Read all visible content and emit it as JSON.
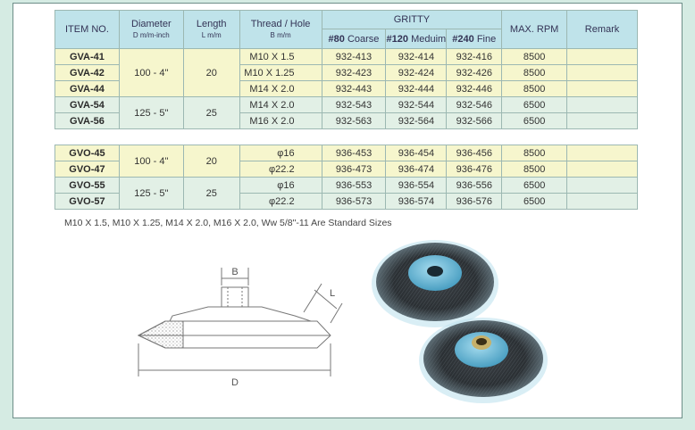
{
  "header": {
    "item_no": "ITEM NO.",
    "diameter": "Diameter",
    "diameter_unit": "D m/m-inch",
    "length": "Length",
    "length_unit": "L m/m",
    "thread": "Thread / Hole",
    "thread_unit": "B m/m",
    "gritty": "GRITTY",
    "grit80_num": "#80",
    "grit80_word": " Coarse",
    "grit120_num": "#120",
    "grit120_word": " Meduim",
    "grit240_num": "#240",
    "grit240_word": " Fine",
    "rpm": "MAX. RPM",
    "remark": "Remark"
  },
  "gva": {
    "d1": "100 - 4\"",
    "l1": "20",
    "d2": "125 - 5\"",
    "l2": "25",
    "rows": [
      {
        "id": "GVA-41",
        "thread": "M10 X 1.5",
        "g80": "932-413",
        "g120": "932-414",
        "g240": "932-416",
        "rpm": "8500"
      },
      {
        "id": "GVA-42",
        "thread": "M10 X 1.25",
        "g80": "932-423",
        "g120": "932-424",
        "g240": "932-426",
        "rpm": "8500"
      },
      {
        "id": "GVA-44",
        "thread": "M14 X 2.0",
        "g80": "932-443",
        "g120": "932-444",
        "g240": "932-446",
        "rpm": "8500"
      },
      {
        "id": "GVA-54",
        "thread": "M14 X 2.0",
        "g80": "932-543",
        "g120": "932-544",
        "g240": "932-546",
        "rpm": "6500"
      },
      {
        "id": "GVA-56",
        "thread": "M16 X 2.0",
        "g80": "932-563",
        "g120": "932-564",
        "g240": "932-566",
        "rpm": "6500"
      }
    ]
  },
  "gvo": {
    "d1": "100 - 4\"",
    "l1": "20",
    "d2": "125 - 5\"",
    "l2": "25",
    "rows": [
      {
        "id": "GVO-45",
        "thread": "φ16",
        "g80": "936-453",
        "g120": "936-454",
        "g240": "936-456",
        "rpm": "8500"
      },
      {
        "id": "GVO-47",
        "thread": "φ22.2",
        "g80": "936-473",
        "g120": "936-474",
        "g240": "936-476",
        "rpm": "8500"
      },
      {
        "id": "GVO-55",
        "thread": "φ16",
        "g80": "936-553",
        "g120": "936-554",
        "g240": "936-556",
        "rpm": "6500"
      },
      {
        "id": "GVO-57",
        "thread": "φ22.2",
        "g80": "936-573",
        "g120": "936-574",
        "g240": "936-576",
        "rpm": "6500"
      }
    ]
  },
  "note": "M10 X 1.5, M10 X 1.25,  M14 X 2.0, M16 X 2.0, Ww 5/8\"-11  Are Standard Sizes",
  "diagram": {
    "b": "B",
    "l": "L",
    "d": "D"
  },
  "colors": {
    "header": "#bfe3ea",
    "row_yellow": "#f6f6cd",
    "row_green": "#e2f0e6",
    "background": "#d5ebe3",
    "hub_blue": "#6ab8d6"
  }
}
